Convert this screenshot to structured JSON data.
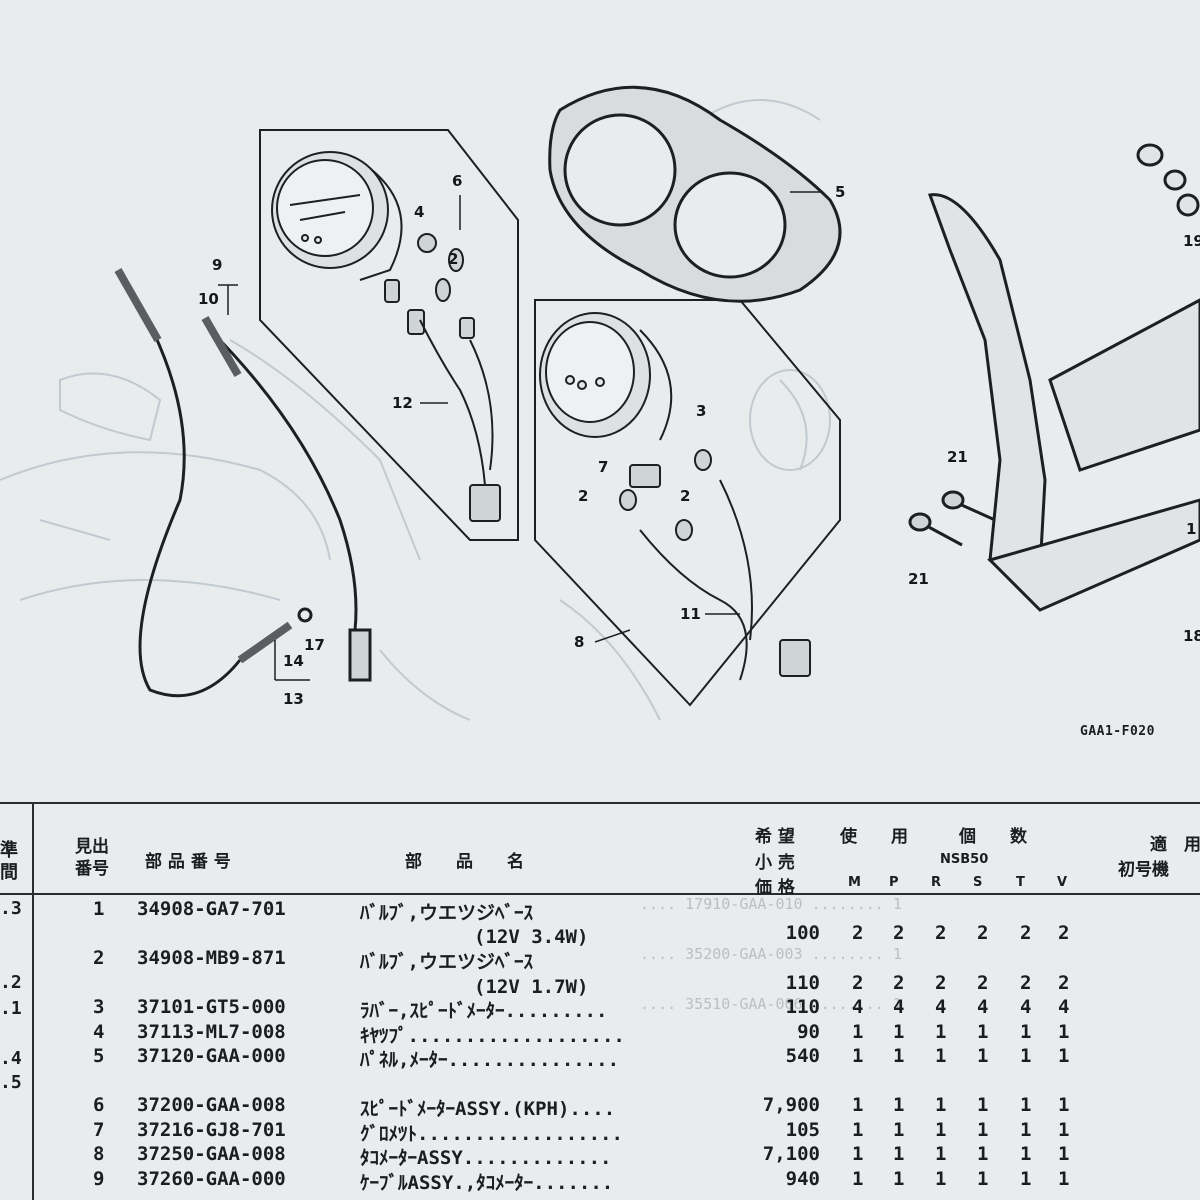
{
  "diagram": {
    "figure_code": "GAA1-F020",
    "callouts": [
      "1",
      "2",
      "3",
      "4",
      "5",
      "6",
      "7",
      "8",
      "9",
      "10",
      "11",
      "12",
      "13",
      "14",
      "17",
      "19",
      "21",
      "21",
      "18"
    ]
  },
  "table": {
    "left_header": [
      "準",
      "間"
    ],
    "left_values": [
      ".3",
      ".2",
      ".1",
      ".4",
      ".5"
    ],
    "headers": {
      "ref_no": "見出\n番号",
      "part_no": "部 品 番 号",
      "part_name": "部　　品　　名",
      "price_a": "希 望",
      "price_b": "小 売",
      "price_c": "価 格",
      "usage": "使　　用　　　個　　数",
      "nsb50": "NSB50",
      "variants": [
        "M",
        "P",
        "R",
        "S",
        "T",
        "V"
      ],
      "applic": "適　用",
      "first_machine": "初号機"
    },
    "rows": [
      {
        "ref": "1",
        "part": "34908-GA7-701",
        "name": "ﾊﾞﾙﾌﾞ,ウエツジﾍﾞｰｽ",
        "price": "",
        "qty": [
          "",
          "",
          "",
          "",
          "",
          ""
        ]
      },
      {
        "ref": "",
        "part": "",
        "name": "　　　　　　(12V 3.4W)",
        "price": "100",
        "qty": [
          "2",
          "2",
          "2",
          "2",
          "2",
          "2"
        ]
      },
      {
        "ref": "2",
        "part": "34908-MB9-871",
        "name": "ﾊﾞﾙﾌﾞ,ウエツジﾍﾞｰｽ",
        "price": "",
        "qty": [
          "",
          "",
          "",
          "",
          "",
          ""
        ]
      },
      {
        "ref": "",
        "part": "",
        "name": "　　　　　　(12V 1.7W)",
        "price": "110",
        "qty": [
          "2",
          "2",
          "2",
          "2",
          "2",
          "2"
        ]
      },
      {
        "ref": "3",
        "part": "37101-GT5-000",
        "name": "ﾗﾊﾞｰ,ｽﾋﾟｰﾄﾞﾒｰﾀｰ.........",
        "price": "110",
        "qty": [
          "4",
          "4",
          "4",
          "4",
          "4",
          "4"
        ]
      },
      {
        "ref": "4",
        "part": "37113-ML7-008",
        "name": "ｷﾔﾂﾌﾟ...................",
        "price": "90",
        "qty": [
          "1",
          "1",
          "1",
          "1",
          "1",
          "1"
        ]
      },
      {
        "ref": "5",
        "part": "37120-GAA-000",
        "name": "ﾊﾟﾈﾙ,ﾒｰﾀｰ...............",
        "price": "540",
        "qty": [
          "1",
          "1",
          "1",
          "1",
          "1",
          "1"
        ]
      },
      {
        "ref": "6",
        "part": "37200-GAA-008",
        "name": "ｽﾋﾟｰﾄﾞﾒｰﾀｰASSY.(KPH)....",
        "price": "7,900",
        "qty": [
          "1",
          "1",
          "1",
          "1",
          "1",
          "1"
        ]
      },
      {
        "ref": "7",
        "part": "37216-GJ8-701",
        "name": "ｸﾞﾛﾒﾂﾄ..................",
        "price": "105",
        "qty": [
          "1",
          "1",
          "1",
          "1",
          "1",
          "1"
        ]
      },
      {
        "ref": "8",
        "part": "37250-GAA-008",
        "name": "ﾀｺﾒｰﾀｰASSY.............",
        "price": "7,100",
        "qty": [
          "1",
          "1",
          "1",
          "1",
          "1",
          "1"
        ]
      },
      {
        "ref": "9",
        "part": "37260-GAA-000",
        "name": "ｹｰﾌﾞﾙASSY.,ﾀｺﾒｰﾀｰ.......",
        "price": "940",
        "qty": [
          "1",
          "1",
          "1",
          "1",
          "1",
          "1"
        ]
      }
    ]
  }
}
